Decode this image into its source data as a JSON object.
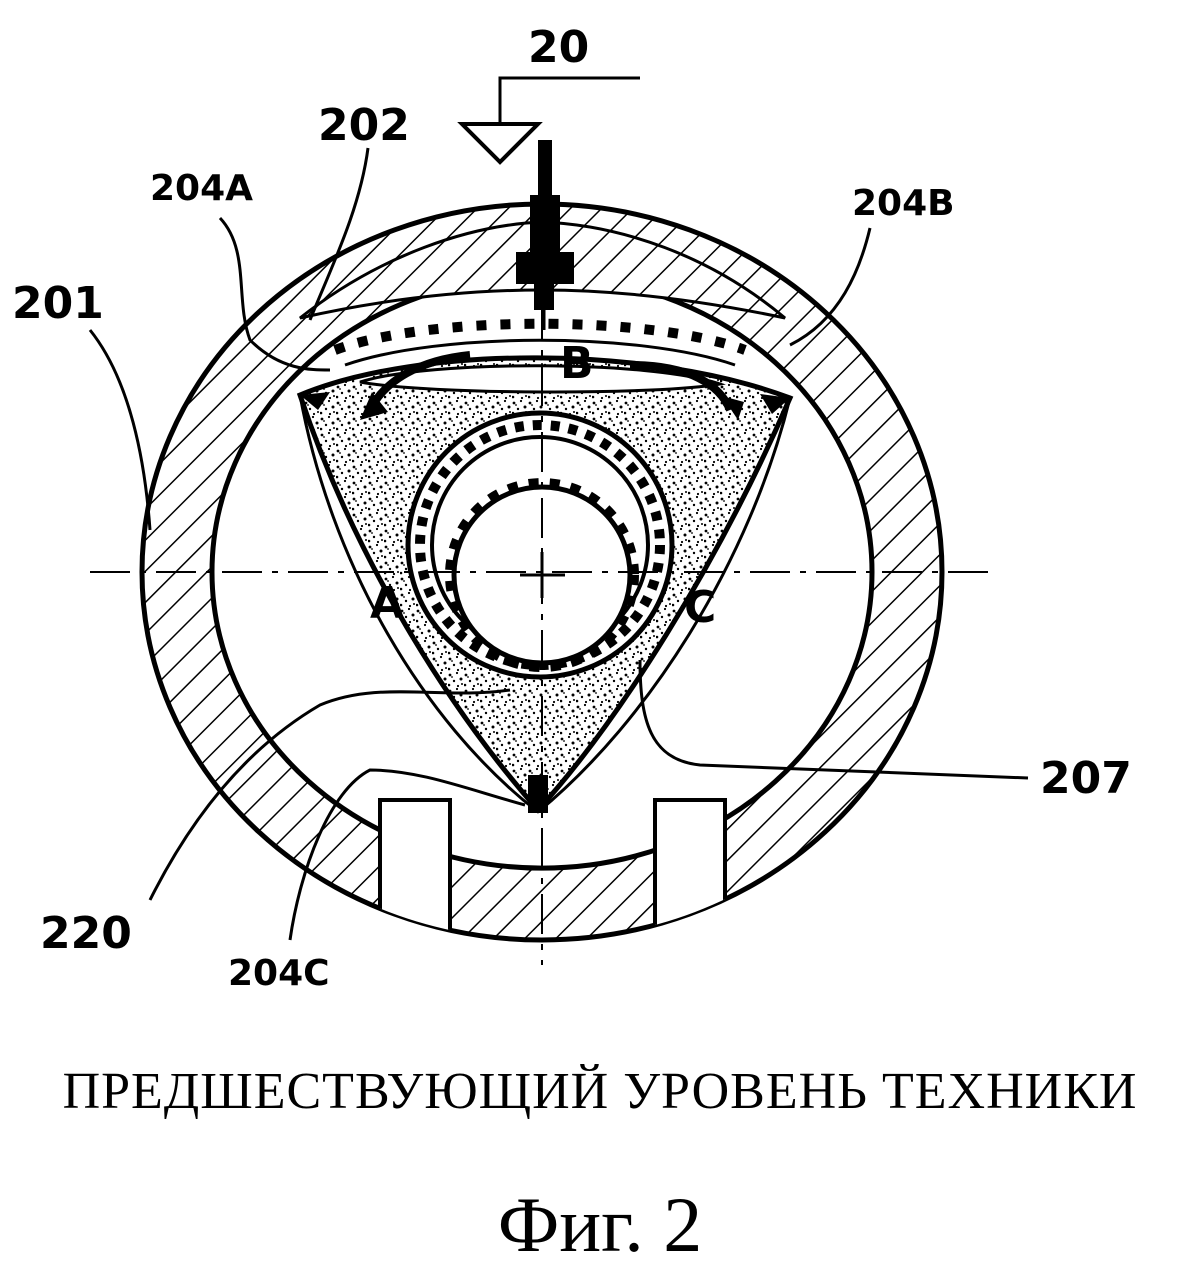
{
  "labels": {
    "ref_20": "20",
    "ref_202": "202",
    "ref_204A": "204A",
    "ref_204B": "204B",
    "ref_201": "201",
    "ref_207": "207",
    "ref_220": "220",
    "ref_204C": "204C",
    "point_A": "A",
    "point_B": "B",
    "point_C": "C"
  },
  "caption": {
    "prior_art": "ПРЕДШЕСТВУЮЩИЙ УРОВЕНЬ ТЕХНИКИ",
    "figure_number": "Фиг. 2"
  },
  "colors": {
    "ink": "#000000",
    "paper": "#ffffff"
  }
}
